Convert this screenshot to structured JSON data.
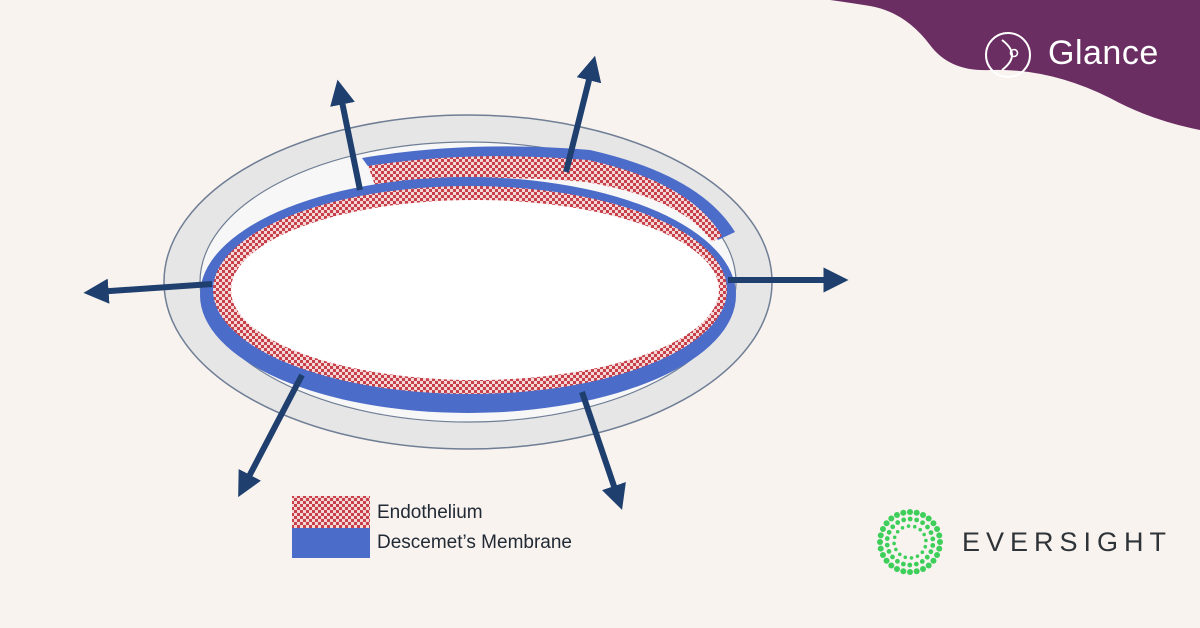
{
  "brand": {
    "glance_label": "Glance",
    "eversight_label": "EVERSIGHT",
    "glance_color": "#6b2e63",
    "eversight_green": "#3ecf5a"
  },
  "legend": {
    "endothelium_label": "Endothelium",
    "descemets_label": "Descemet’s Membrane"
  },
  "colors": {
    "background": "#f8f3ef",
    "descemet_blue": "#4b6cc9",
    "endothelium_red": "#c8404a",
    "arrow_navy": "#1f3f6e",
    "stroma_gray": "#e4e4e4"
  },
  "icons": {
    "glance_logo": "eye-circle-icon",
    "eversight_logo": "dotted-ring-icon"
  }
}
